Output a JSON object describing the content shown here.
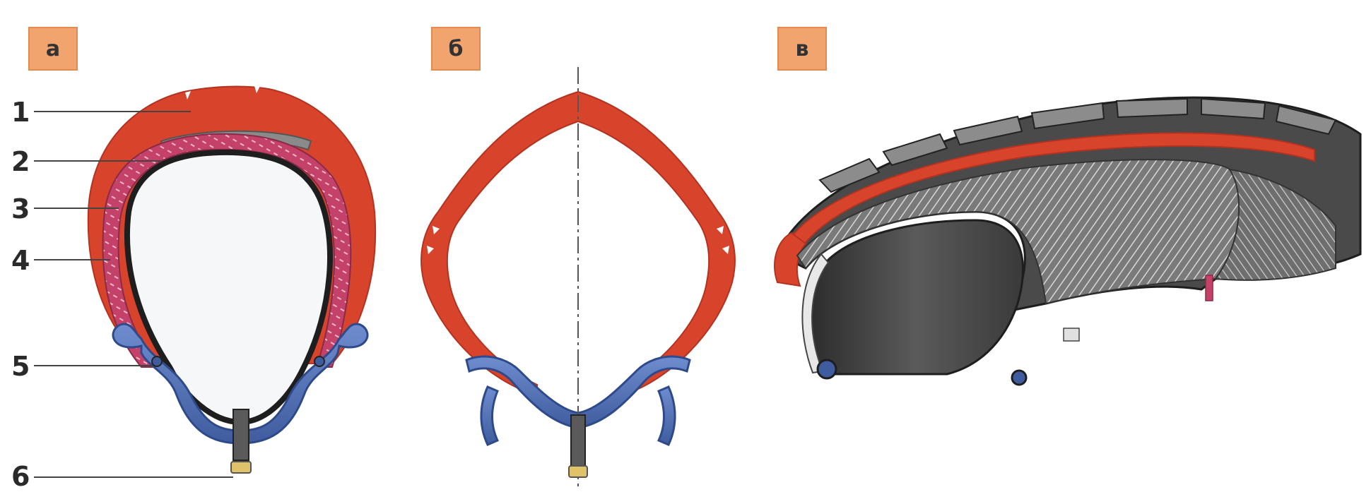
{
  "panels": [
    {
      "id": "a",
      "label": "а"
    },
    {
      "id": "b",
      "label": "б"
    },
    {
      "id": "v",
      "label": "в"
    }
  ],
  "callouts": [
    "1",
    "2",
    "3",
    "4",
    "5",
    "6"
  ],
  "colors": {
    "tire_red": "#d8432c",
    "tire_red_dark": "#b33320",
    "ply_pink": "#c4426a",
    "rim_blue": "#4f6fb3",
    "rim_blue_dark": "#2f4a8a",
    "valve_gray": "#555555",
    "badge_orange": "#f2a46e",
    "tread_gray": "#4a4a4a"
  }
}
